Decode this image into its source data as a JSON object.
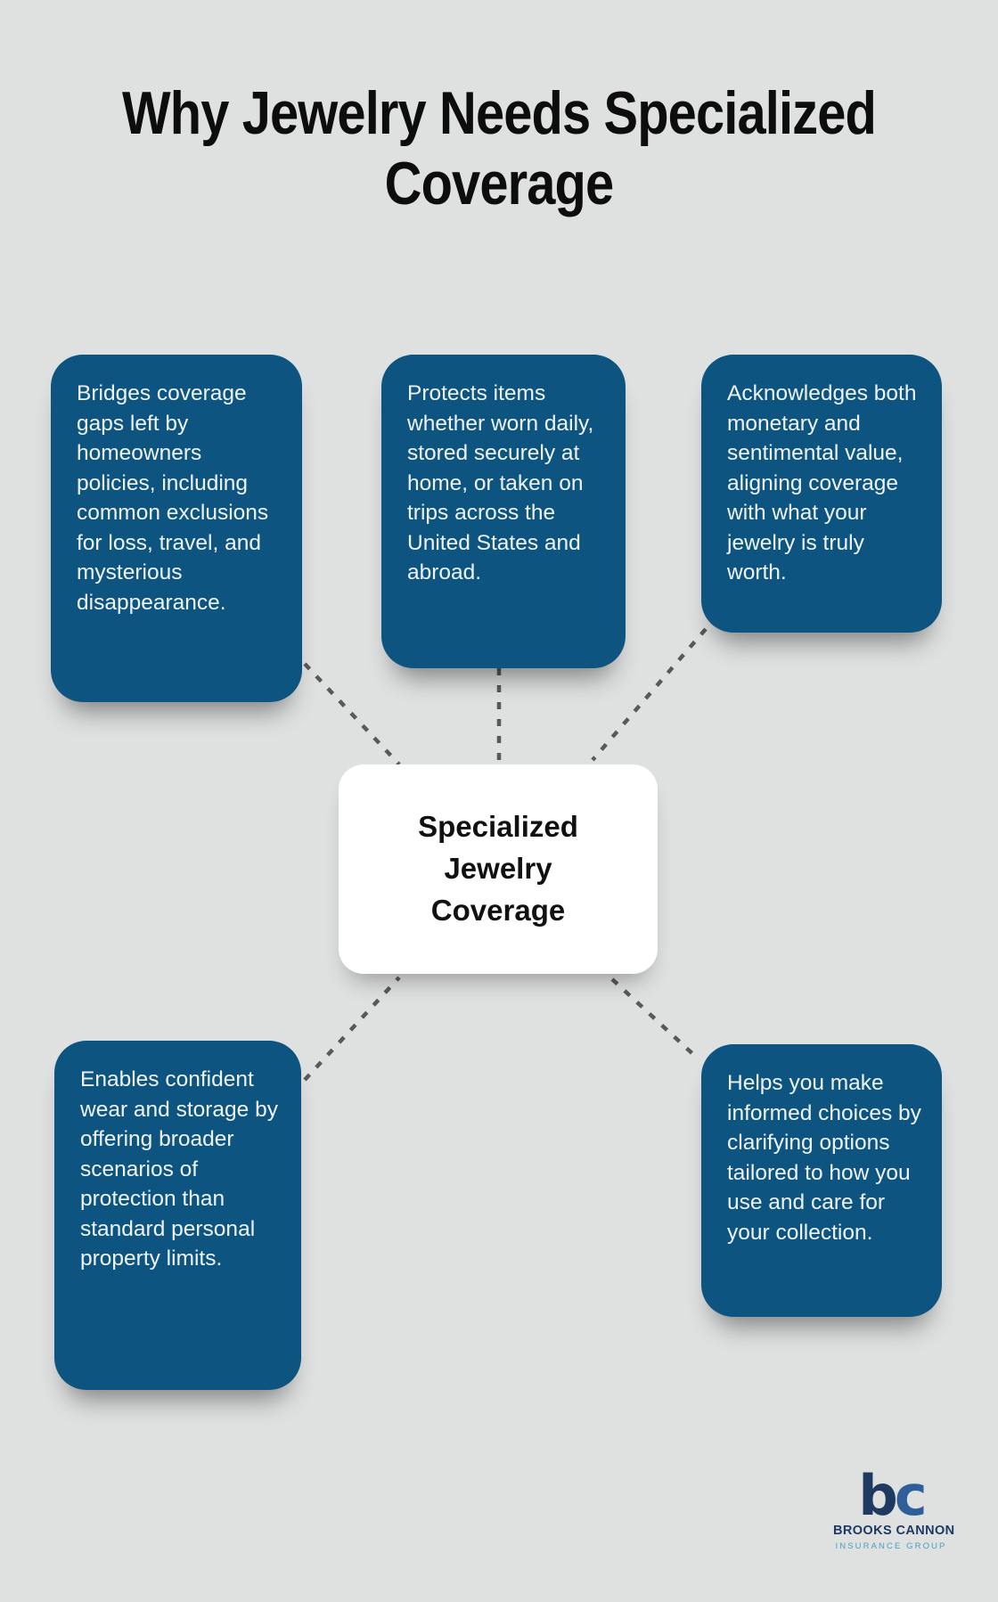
{
  "title_lines": [
    "Why Jewelry Needs Specialized",
    "Coverage"
  ],
  "center": {
    "lines": [
      "Specialized",
      "Jewelry",
      "Coverage"
    ]
  },
  "cards": [
    {
      "id": "top-left",
      "text": "Bridges coverage gaps left by homeowners policies, including common exclusions for loss, travel, and mysterious disappearance."
    },
    {
      "id": "top-center",
      "text": "Protects items whether worn daily, stored securely at home, or taken on trips across the United States and abroad."
    },
    {
      "id": "top-right",
      "text": "Acknowledges both monetary and sentimental value, aligning coverage with what your jewelry is truly worth."
    },
    {
      "id": "bottom-left",
      "text": "Enables confident wear and storage by offering broader scenarios of protection than standard personal property limits."
    },
    {
      "id": "bottom-right",
      "text": "Helps you make informed choices by clarifying options tailored to how you use and care for your collection."
    }
  ],
  "logo": {
    "monogram_b": "b",
    "monogram_c": "c",
    "name": "BROOKS CANNON",
    "tagline": "INSURANCE GROUP"
  },
  "colors": {
    "background": "#dfe0e0",
    "card_blue": "#0e5480",
    "card_text": "#eef3f7",
    "title": "#0d0d0d",
    "center_bg": "#ffffff",
    "center_text": "#111111",
    "dash": "#58595b",
    "logo_navy": "#1f3a60",
    "logo_blue": "#2e5f9b",
    "logo_teal": "#4aa0c4"
  }
}
